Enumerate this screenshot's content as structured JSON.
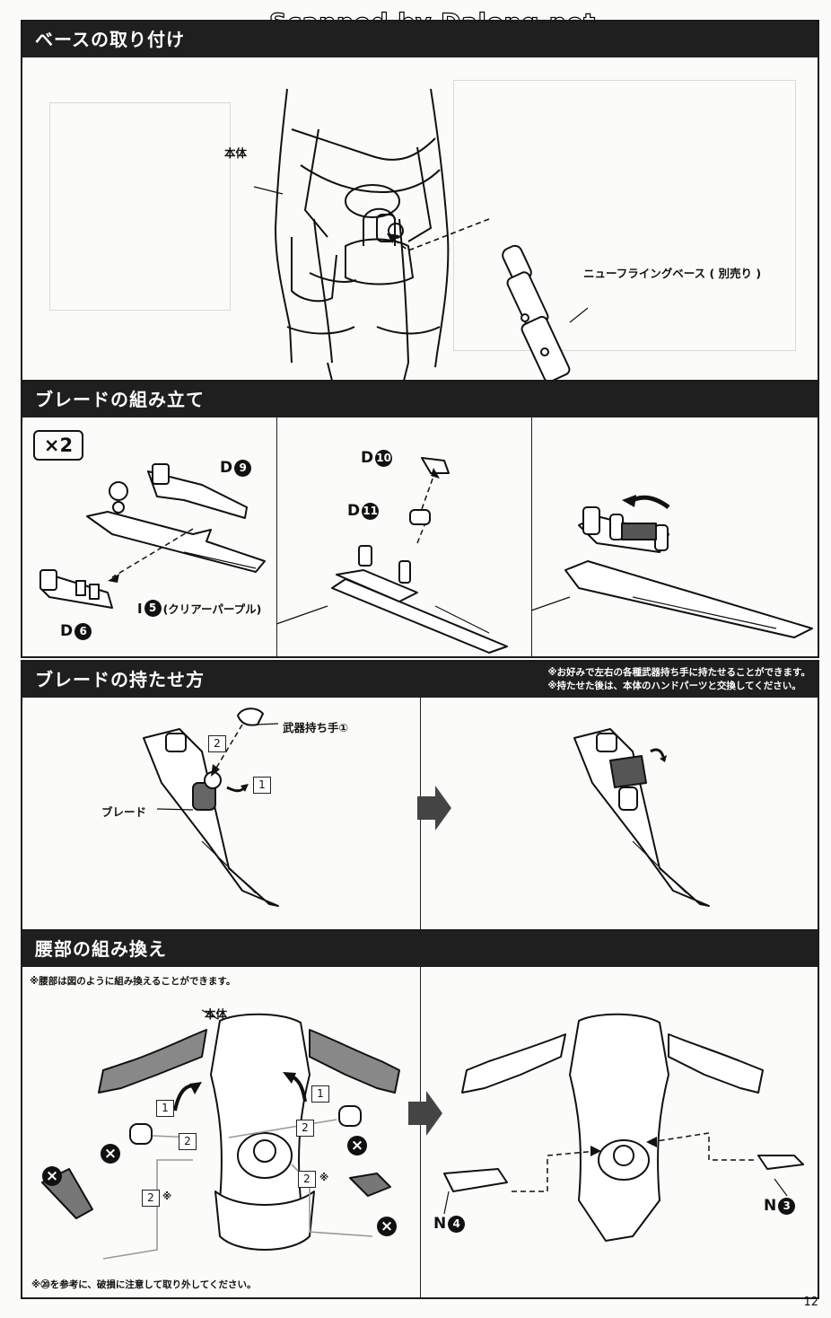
{
  "watermark": "Scanned by Dalong.net",
  "page_number": "12",
  "sections": {
    "base": {
      "title": "ベースの取り付け",
      "label_body": "本体",
      "label_base": "ニューフライングベース ( 別売り )"
    },
    "blade_assembly": {
      "title": "ブレードの組み立て",
      "multiplier": "×2",
      "parts": {
        "d9": {
          "letter": "D",
          "num": "9"
        },
        "d6": {
          "letter": "D",
          "num": "6"
        },
        "i5": {
          "letter": "I",
          "num": "5",
          "note": "(クリアーパープル)"
        },
        "d10": {
          "letter": "D",
          "num": "10"
        },
        "d11": {
          "letter": "D",
          "num": "11"
        }
      }
    },
    "blade_hold": {
      "title": "ブレードの持たせ方",
      "note_line1": "※お好みで左右の各種武器持ち手に持たせることができます。",
      "note_line2": "※持たせた後は、本体のハンドパーツと交換してください。",
      "label_hand": "武器持ち手①",
      "label_blade": "ブレード",
      "steps": {
        "s1": "1",
        "s2": "2"
      }
    },
    "waist": {
      "title": "腰部の組み換え",
      "note_top": "※腰部は図のように組み換えることができます。",
      "note_bottom": "※⑳を参考に、破損に注意して取り外してください。",
      "label_body": "本体",
      "steps": {
        "s1": "1",
        "s2": "2",
        "asterisk": "※"
      },
      "banned_icon": "×",
      "parts": {
        "n3": {
          "letter": "N",
          "num": "3"
        },
        "n4": {
          "letter": "N",
          "num": "4"
        }
      }
    }
  },
  "colors": {
    "header_bg": "#1f1f1f",
    "header_text": "#ffffff",
    "paper": "#fbfbf9"
  }
}
